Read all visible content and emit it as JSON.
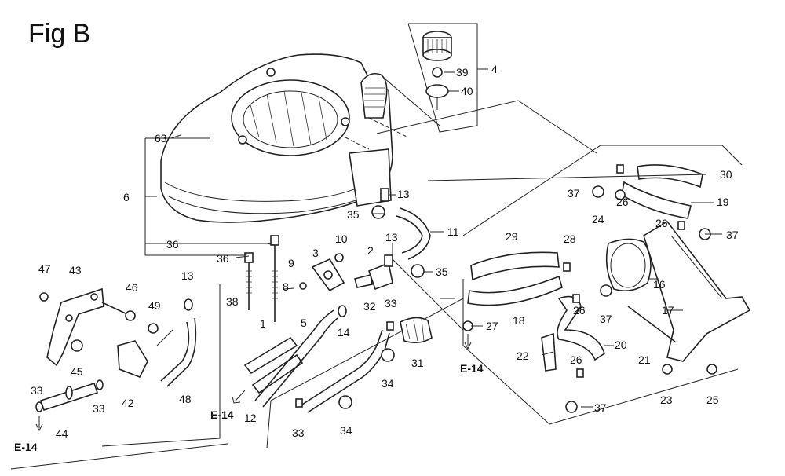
{
  "figure": {
    "title": "Fig B"
  },
  "callouts": [
    {
      "id": "63",
      "text": "63"
    },
    {
      "id": "6",
      "text": "6"
    },
    {
      "id": "36a",
      "text": "36"
    },
    {
      "id": "36b",
      "text": "36"
    },
    {
      "id": "38",
      "text": "38"
    },
    {
      "id": "9",
      "text": "9"
    },
    {
      "id": "1",
      "text": "1"
    },
    {
      "id": "12",
      "text": "12"
    },
    {
      "id": "4",
      "text": "4"
    },
    {
      "id": "39",
      "text": "39"
    },
    {
      "id": "40",
      "text": "40"
    },
    {
      "id": "13a",
      "text": "13"
    },
    {
      "id": "35a",
      "text": "35"
    },
    {
      "id": "11",
      "text": "11"
    },
    {
      "id": "13b",
      "text": "13"
    },
    {
      "id": "35b",
      "text": "35"
    },
    {
      "id": "2",
      "text": "2"
    },
    {
      "id": "10",
      "text": "10"
    },
    {
      "id": "3",
      "text": "3"
    },
    {
      "id": "8",
      "text": "8"
    },
    {
      "id": "14",
      "text": "14"
    },
    {
      "id": "5",
      "text": "5"
    },
    {
      "id": "32",
      "text": "32"
    },
    {
      "id": "33a",
      "text": "33"
    },
    {
      "id": "31",
      "text": "31"
    },
    {
      "id": "34a",
      "text": "34"
    },
    {
      "id": "34b",
      "text": "34"
    },
    {
      "id": "33b",
      "text": "33"
    },
    {
      "id": "13c",
      "text": "13"
    },
    {
      "id": "48",
      "text": "48"
    },
    {
      "id": "47",
      "text": "47"
    },
    {
      "id": "43",
      "text": "43"
    },
    {
      "id": "46",
      "text": "46"
    },
    {
      "id": "49",
      "text": "49"
    },
    {
      "id": "45",
      "text": "45"
    },
    {
      "id": "42",
      "text": "42"
    },
    {
      "id": "33c",
      "text": "33"
    },
    {
      "id": "33d",
      "text": "33"
    },
    {
      "id": "44",
      "text": "44"
    },
    {
      "id": "30",
      "text": "30"
    },
    {
      "id": "37a",
      "text": "37"
    },
    {
      "id": "26a",
      "text": "26"
    },
    {
      "id": "19",
      "text": "19"
    },
    {
      "id": "24",
      "text": "24"
    },
    {
      "id": "26b",
      "text": "26"
    },
    {
      "id": "37b",
      "text": "37"
    },
    {
      "id": "29",
      "text": "29"
    },
    {
      "id": "28",
      "text": "28"
    },
    {
      "id": "16",
      "text": "16"
    },
    {
      "id": "17",
      "text": "17"
    },
    {
      "id": "18",
      "text": "18"
    },
    {
      "id": "27",
      "text": "27"
    },
    {
      "id": "26c",
      "text": "26"
    },
    {
      "id": "37c",
      "text": "37"
    },
    {
      "id": "22",
      "text": "22"
    },
    {
      "id": "20",
      "text": "20"
    },
    {
      "id": "26d",
      "text": "26"
    },
    {
      "id": "21",
      "text": "21"
    },
    {
      "id": "23",
      "text": "23"
    },
    {
      "id": "25",
      "text": "25"
    },
    {
      "id": "37d",
      "text": "37"
    }
  ],
  "references": [
    {
      "id": "e14a",
      "text": "E-14"
    },
    {
      "id": "e14b",
      "text": "E-14"
    },
    {
      "id": "e14c",
      "text": "E-14"
    }
  ]
}
